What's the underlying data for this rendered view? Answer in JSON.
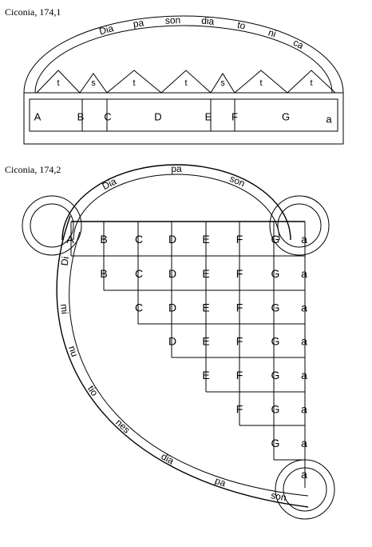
{
  "diagram1": {
    "caption": "Ciconia, 174,1",
    "arc_syllables": [
      "Dia",
      "pa",
      "son",
      "dia",
      "to",
      "ni",
      "ca"
    ],
    "steps": [
      "t",
      "s",
      "t",
      "t",
      "s",
      "t",
      "t"
    ],
    "notes": [
      "A",
      "B",
      "C",
      "D",
      "E",
      "F",
      "G",
      "a"
    ]
  },
  "diagram2": {
    "caption": "Ciconia, 174,2",
    "top_arc_syllables": [
      "Dia",
      "pa",
      "son"
    ],
    "side_arc_syllables": [
      "Di",
      "mi",
      "nu",
      "tio",
      "nes",
      "dia",
      "pa",
      "son"
    ],
    "notes": [
      "A",
      "B",
      "C",
      "D",
      "E",
      "F",
      "G",
      "a"
    ]
  }
}
